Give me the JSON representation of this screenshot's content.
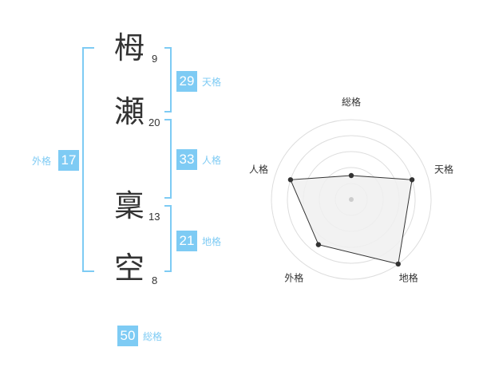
{
  "colors": {
    "accent": "#7ecbf4",
    "text": "#333333",
    "radar_fill": "#f0f0f0",
    "ring": "#dddddd"
  },
  "name_chars": [
    {
      "char": "栂",
      "strokes": "9"
    },
    {
      "char": "瀬",
      "strokes": "20"
    },
    {
      "char": "稟",
      "strokes": "13"
    },
    {
      "char": "空",
      "strokes": "8"
    }
  ],
  "fortunes": {
    "tenkaku": {
      "value": "29",
      "label": "天格"
    },
    "jinkaku": {
      "value": "33",
      "label": "人格"
    },
    "chikaku": {
      "value": "21",
      "label": "地格"
    },
    "gaikaku": {
      "value": "17",
      "label": "外格"
    },
    "soukaku": {
      "value": "50",
      "label": "総格"
    }
  },
  "chart_data": {
    "type": "radar",
    "axes": [
      "総格",
      "天格",
      "地格",
      "外格",
      "人格"
    ],
    "values": [
      1.5,
      4,
      5,
      3.5,
      4
    ],
    "range": [
      0,
      5
    ]
  }
}
